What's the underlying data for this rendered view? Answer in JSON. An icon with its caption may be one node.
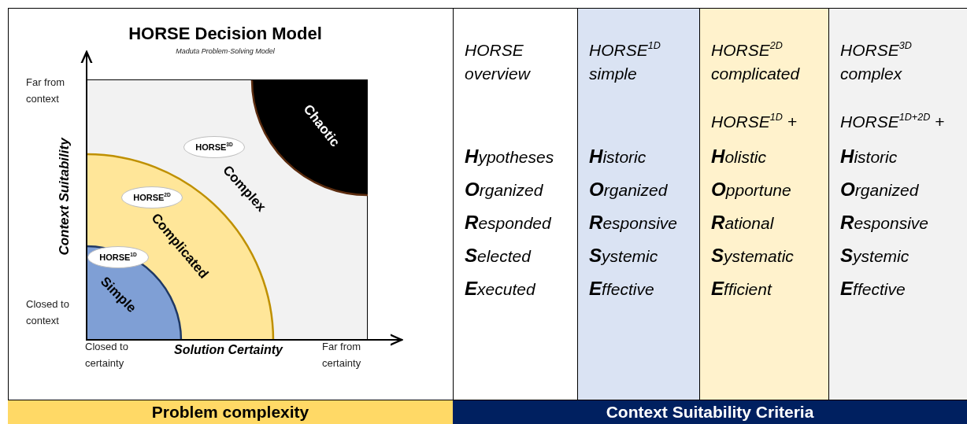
{
  "diagram": {
    "title": "HORSE Decision Model",
    "nodes": [
      {
        "text": [
          "Chaotic"
        ],
        "in": 1
      },
      {
        "text": [
          "Complex"
        ]
      },
      {
        "text": [
          "Complicated"
        ],
        "in": 1
      },
      {
        "text": [
          "Simple"
        ],
        "in": 2
      },
      {
        "text": [
          "HORSE$^{3D}$"
        ],
        "in": 1
      },
      {
        "text": [
          "HORSE$^{2D}$"
        ],
        "in": 2
      },
      {
        "text": [
          "HORSE$^{1D}$"
        ],
        "in": 3
      },
      {
        "text": [
          "HORSE overview",
          "**H**ypotheses",
          "**O**rganized",
          "**R**esponded",
          "**S**elected",
          "**E**xecuted"
        ]
      },
      {
        "text": [
          "HORSE$^{1D}$ simple",
          "**H**istoric",
          "**O**rganized",
          "**R**esponsive",
          "**S**ystemic",
          "**E**ffective"
        ]
      },
      {
        "text": [
          "HORSE$^{2D}$ complicated",
          "HORSE$^{1D}$ +",
          "**H**olistic",
          "**O**pportune",
          "**R**ational",
          "**S**ystematic",
          "**E**fficient"
        ]
      },
      {
        "text": [
          "HORSE$^{3D}$ complex",
          "HORSE$^{1D+2D}$ +",
          "**H**istoric",
          "**O**rganized",
          "**R**esponsive",
          "**S**ystemic",
          "**E**ffective"
        ]
      },
      {
        "text": [
          "Problem complexity"
        ]
      },
      {
        "text": [
          "Context Suitability Criteria"
        ]
      }
    ],
    "labels": [
      "Maduta Problem-Solving Model",
      "Far from context",
      "Closed to context",
      "Context Suitability",
      "Closed to certainty",
      "Solution Certainty",
      "Far from certainty"
    ]
  }
}
